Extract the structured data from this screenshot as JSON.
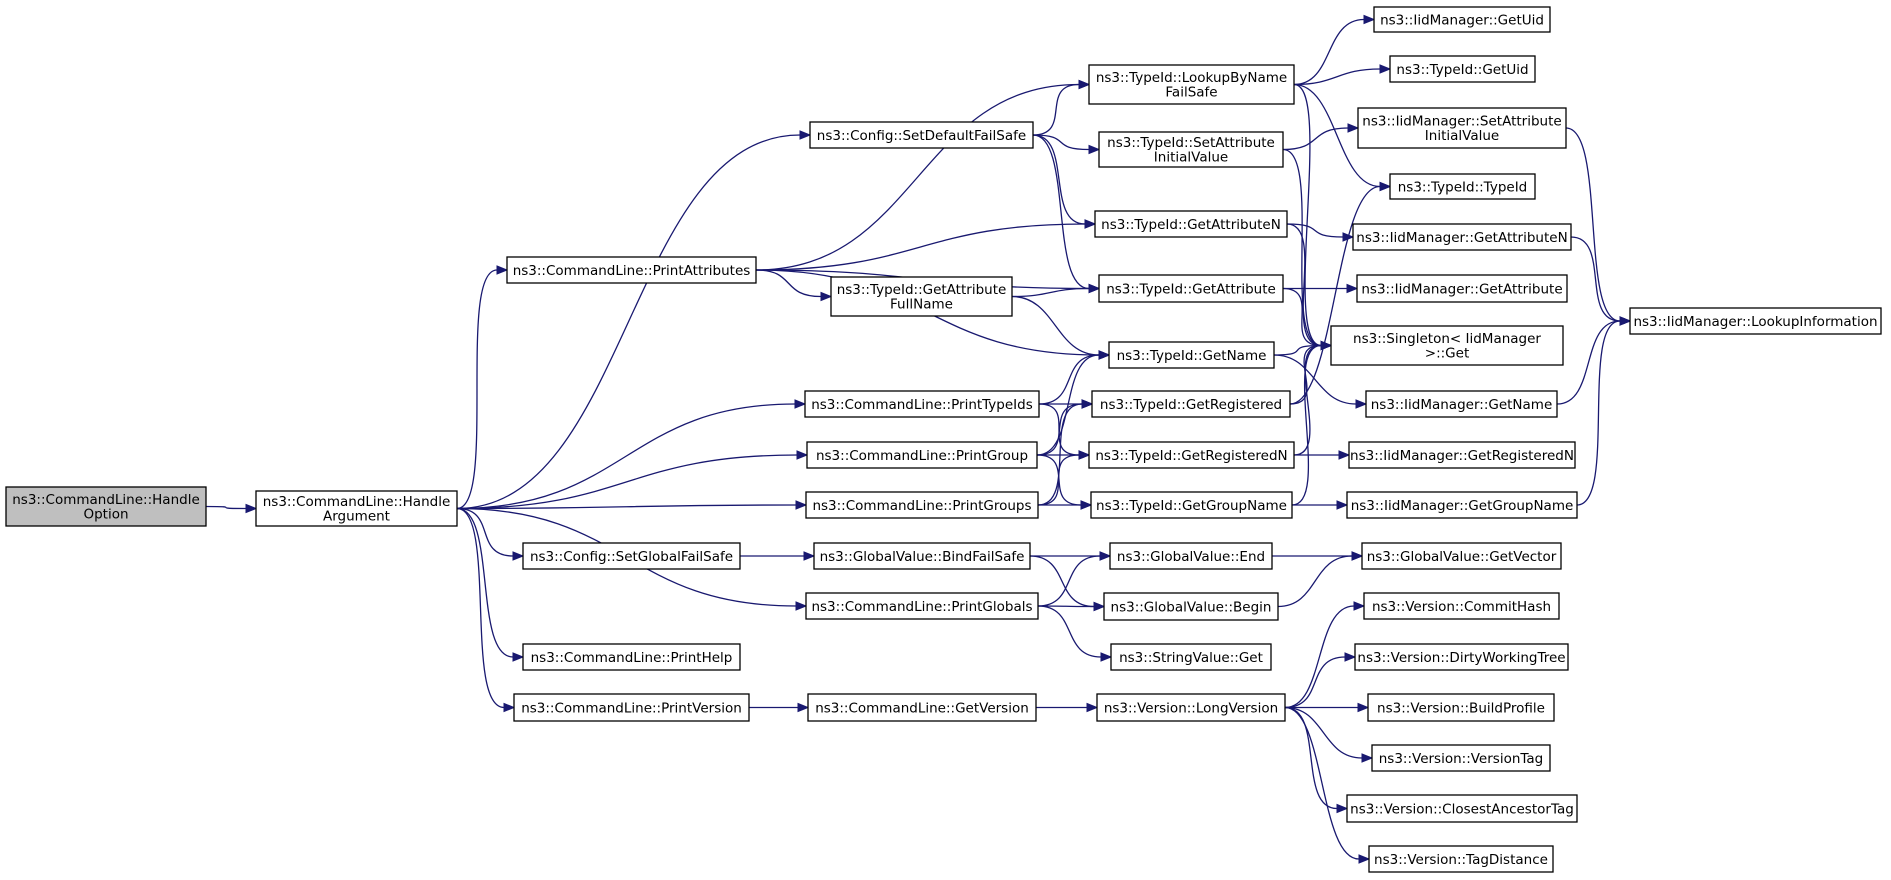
{
  "diagram": {
    "nodes": [
      {
        "id": "handle_option",
        "lines": [
          "ns3::CommandLine::Handle",
          "Option"
        ],
        "root": true
      },
      {
        "id": "handle_argument",
        "lines": [
          "ns3::CommandLine::Handle",
          "Argument"
        ]
      },
      {
        "id": "print_attributes",
        "lines": [
          "ns3::CommandLine::PrintAttributes"
        ]
      },
      {
        "id": "config_set_default_fail_safe",
        "lines": [
          "ns3::Config::SetDefaultFailSafe"
        ]
      },
      {
        "id": "typeid_lookup_by_name_fail_safe",
        "lines": [
          "ns3::TypeId::LookupByName",
          "FailSafe"
        ]
      },
      {
        "id": "iid_get_uid",
        "lines": [
          "ns3::IidManager::GetUid"
        ]
      },
      {
        "id": "typeid_get_uid",
        "lines": [
          "ns3::TypeId::GetUid"
        ]
      },
      {
        "id": "typeid_set_attribute_initial_value",
        "lines": [
          "ns3::TypeId::SetAttribute",
          "InitialValue"
        ]
      },
      {
        "id": "iid_set_attribute_initial_value",
        "lines": [
          "ns3::IidManager::SetAttribute",
          "InitialValue"
        ]
      },
      {
        "id": "typeid_typeid",
        "lines": [
          "ns3::TypeId::TypeId"
        ]
      },
      {
        "id": "typeid_get_attribute_n",
        "lines": [
          "ns3::TypeId::GetAttributeN"
        ]
      },
      {
        "id": "iid_get_attribute_n",
        "lines": [
          "ns3::IidManager::GetAttributeN"
        ]
      },
      {
        "id": "typeid_get_attribute_full_name",
        "lines": [
          "ns3::TypeId::GetAttribute",
          "FullName"
        ]
      },
      {
        "id": "typeid_get_attribute",
        "lines": [
          "ns3::TypeId::GetAttribute"
        ]
      },
      {
        "id": "iid_get_attribute",
        "lines": [
          "ns3::IidManager::GetAttribute"
        ]
      },
      {
        "id": "iid_lookup_information",
        "lines": [
          "ns3::IidManager::LookupInformation"
        ]
      },
      {
        "id": "singleton_get",
        "lines": [
          "ns3::Singleton< IidManager",
          ">::Get"
        ]
      },
      {
        "id": "typeid_get_name",
        "lines": [
          "ns3::TypeId::GetName"
        ]
      },
      {
        "id": "iid_get_name",
        "lines": [
          "ns3::IidManager::GetName"
        ]
      },
      {
        "id": "print_type_ids",
        "lines": [
          "ns3::CommandLine::PrintTypeIds"
        ]
      },
      {
        "id": "typeid_get_registered",
        "lines": [
          "ns3::TypeId::GetRegistered"
        ]
      },
      {
        "id": "print_group",
        "lines": [
          "ns3::CommandLine::PrintGroup"
        ]
      },
      {
        "id": "typeid_get_registered_n",
        "lines": [
          "ns3::TypeId::GetRegisteredN"
        ]
      },
      {
        "id": "iid_get_registered_n",
        "lines": [
          "ns3::IidManager::GetRegisteredN"
        ]
      },
      {
        "id": "print_groups",
        "lines": [
          "ns3::CommandLine::PrintGroups"
        ]
      },
      {
        "id": "typeid_get_group_name",
        "lines": [
          "ns3::TypeId::GetGroupName"
        ]
      },
      {
        "id": "iid_get_group_name",
        "lines": [
          "ns3::IidManager::GetGroupName"
        ]
      },
      {
        "id": "config_set_global_fail_safe",
        "lines": [
          "ns3::Config::SetGlobalFailSafe"
        ]
      },
      {
        "id": "gv_bind_fail_safe",
        "lines": [
          "ns3::GlobalValue::BindFailSafe"
        ]
      },
      {
        "id": "gv_end",
        "lines": [
          "ns3::GlobalValue::End"
        ]
      },
      {
        "id": "gv_get_vector",
        "lines": [
          "ns3::GlobalValue::GetVector"
        ]
      },
      {
        "id": "print_globals",
        "lines": [
          "ns3::CommandLine::PrintGlobals"
        ]
      },
      {
        "id": "gv_begin",
        "lines": [
          "ns3::GlobalValue::Begin"
        ]
      },
      {
        "id": "string_value_get",
        "lines": [
          "ns3::StringValue::Get"
        ]
      },
      {
        "id": "print_help",
        "lines": [
          "ns3::CommandLine::PrintHelp"
        ]
      },
      {
        "id": "print_version",
        "lines": [
          "ns3::CommandLine::PrintVersion"
        ]
      },
      {
        "id": "get_version",
        "lines": [
          "ns3::CommandLine::GetVersion"
        ]
      },
      {
        "id": "version_long_version",
        "lines": [
          "ns3::Version::LongVersion"
        ]
      },
      {
        "id": "version_commit_hash",
        "lines": [
          "ns3::Version::CommitHash"
        ]
      },
      {
        "id": "version_dirty_working_tree",
        "lines": [
          "ns3::Version::DirtyWorkingTree"
        ]
      },
      {
        "id": "version_build_profile",
        "lines": [
          "ns3::Version::BuildProfile"
        ]
      },
      {
        "id": "version_version_tag",
        "lines": [
          "ns3::Version::VersionTag"
        ]
      },
      {
        "id": "version_closest_ancestor_tag",
        "lines": [
          "ns3::Version::ClosestAncestorTag"
        ]
      },
      {
        "id": "version_tag_distance",
        "lines": [
          "ns3::Version::TagDistance"
        ]
      }
    ],
    "edges": [
      [
        "handle_option",
        "handle_argument"
      ],
      [
        "handle_argument",
        "config_set_default_fail_safe"
      ],
      [
        "handle_argument",
        "print_attributes"
      ],
      [
        "handle_argument",
        "print_type_ids"
      ],
      [
        "handle_argument",
        "print_group"
      ],
      [
        "handle_argument",
        "print_groups"
      ],
      [
        "handle_argument",
        "config_set_global_fail_safe"
      ],
      [
        "handle_argument",
        "print_globals"
      ],
      [
        "handle_argument",
        "print_help"
      ],
      [
        "handle_argument",
        "print_version"
      ],
      [
        "print_attributes",
        "typeid_lookup_by_name_fail_safe"
      ],
      [
        "print_attributes",
        "typeid_get_attribute_n"
      ],
      [
        "print_attributes",
        "typeid_get_attribute"
      ],
      [
        "print_attributes",
        "typeid_get_attribute_full_name"
      ],
      [
        "print_attributes",
        "typeid_get_name"
      ],
      [
        "config_set_default_fail_safe",
        "typeid_lookup_by_name_fail_safe"
      ],
      [
        "config_set_default_fail_safe",
        "typeid_set_attribute_initial_value"
      ],
      [
        "config_set_default_fail_safe",
        "typeid_get_attribute_n"
      ],
      [
        "config_set_default_fail_safe",
        "typeid_get_attribute"
      ],
      [
        "typeid_lookup_by_name_fail_safe",
        "iid_get_uid"
      ],
      [
        "typeid_lookup_by_name_fail_safe",
        "typeid_get_uid"
      ],
      [
        "typeid_lookup_by_name_fail_safe",
        "typeid_typeid"
      ],
      [
        "typeid_lookup_by_name_fail_safe",
        "singleton_get"
      ],
      [
        "typeid_set_attribute_initial_value",
        "iid_set_attribute_initial_value"
      ],
      [
        "typeid_set_attribute_initial_value",
        "singleton_get"
      ],
      [
        "iid_set_attribute_initial_value",
        "iid_lookup_information"
      ],
      [
        "typeid_get_attribute_n",
        "iid_get_attribute_n"
      ],
      [
        "typeid_get_attribute_n",
        "singleton_get"
      ],
      [
        "iid_get_attribute_n",
        "iid_lookup_information"
      ],
      [
        "typeid_get_attribute_full_name",
        "typeid_get_attribute"
      ],
      [
        "typeid_get_attribute_full_name",
        "typeid_get_name"
      ],
      [
        "typeid_get_attribute",
        "iid_get_attribute"
      ],
      [
        "typeid_get_attribute",
        "singleton_get"
      ],
      [
        "typeid_get_name",
        "singleton_get"
      ],
      [
        "typeid_get_name",
        "iid_get_name"
      ],
      [
        "iid_get_name",
        "iid_lookup_information"
      ],
      [
        "print_type_ids",
        "typeid_get_registered"
      ],
      [
        "print_type_ids",
        "typeid_get_registered_n"
      ],
      [
        "print_type_ids",
        "typeid_get_name"
      ],
      [
        "typeid_get_registered",
        "typeid_typeid"
      ],
      [
        "typeid_get_registered",
        "singleton_get"
      ],
      [
        "print_group",
        "typeid_get_name"
      ],
      [
        "print_group",
        "typeid_get_registered"
      ],
      [
        "print_group",
        "typeid_get_registered_n"
      ],
      [
        "print_group",
        "typeid_get_group_name"
      ],
      [
        "typeid_get_registered_n",
        "iid_get_registered_n"
      ],
      [
        "typeid_get_registered_n",
        "singleton_get"
      ],
      [
        "print_groups",
        "typeid_get_group_name"
      ],
      [
        "print_groups",
        "typeid_get_registered"
      ],
      [
        "print_groups",
        "typeid_get_registered_n"
      ],
      [
        "typeid_get_group_name",
        "iid_get_group_name"
      ],
      [
        "typeid_get_group_name",
        "singleton_get"
      ],
      [
        "iid_get_group_name",
        "iid_lookup_information"
      ],
      [
        "config_set_global_fail_safe",
        "gv_bind_fail_safe"
      ],
      [
        "gv_bind_fail_safe",
        "gv_end"
      ],
      [
        "gv_bind_fail_safe",
        "gv_begin"
      ],
      [
        "gv_end",
        "gv_get_vector"
      ],
      [
        "gv_begin",
        "gv_get_vector"
      ],
      [
        "print_globals",
        "gv_begin"
      ],
      [
        "print_globals",
        "gv_end"
      ],
      [
        "print_globals",
        "string_value_get"
      ],
      [
        "print_version",
        "get_version"
      ],
      [
        "get_version",
        "version_long_version"
      ],
      [
        "version_long_version",
        "version_commit_hash"
      ],
      [
        "version_long_version",
        "version_dirty_working_tree"
      ],
      [
        "version_long_version",
        "version_build_profile"
      ],
      [
        "version_long_version",
        "version_version_tag"
      ],
      [
        "version_long_version",
        "version_closest_ancestor_tag"
      ],
      [
        "version_long_version",
        "version_tag_distance"
      ]
    ],
    "colors": {
      "edge": "#191970",
      "root_fill": "#bfbfbf",
      "node_fill": "#ffffff",
      "border": "#000000"
    }
  }
}
